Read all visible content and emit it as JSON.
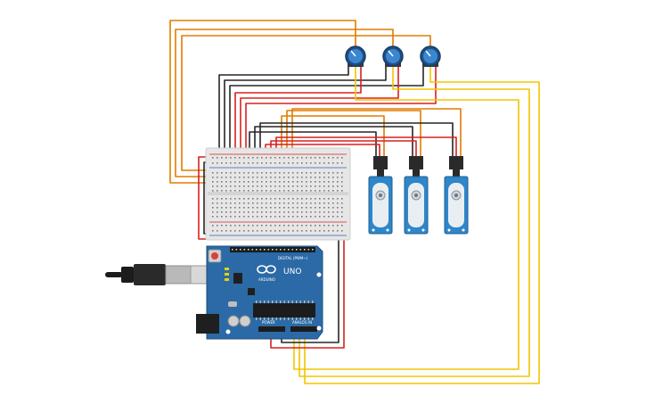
{
  "board": {
    "brand": "ARDUINO",
    "model": "UNO",
    "digital_header": "DIGITAL (PWM~)",
    "power_header": "POWER",
    "analog_header": "ANALOG IN"
  },
  "components": {
    "potentiometers": [
      "pot-1",
      "pot-2",
      "pot-3"
    ],
    "servos": [
      "servo-1",
      "servo-2",
      "servo-3"
    ]
  },
  "colors": {
    "wire_orange": "#e07b00",
    "wire_red": "#d9201f",
    "wire_black": "#262626",
    "wire_yellow": "#f2c500",
    "board_blue": "#2b6aa6",
    "servo_blue": "#2f86c9",
    "pot_blue": "#2a6fb5",
    "breadboard": "#e5e5e5"
  }
}
